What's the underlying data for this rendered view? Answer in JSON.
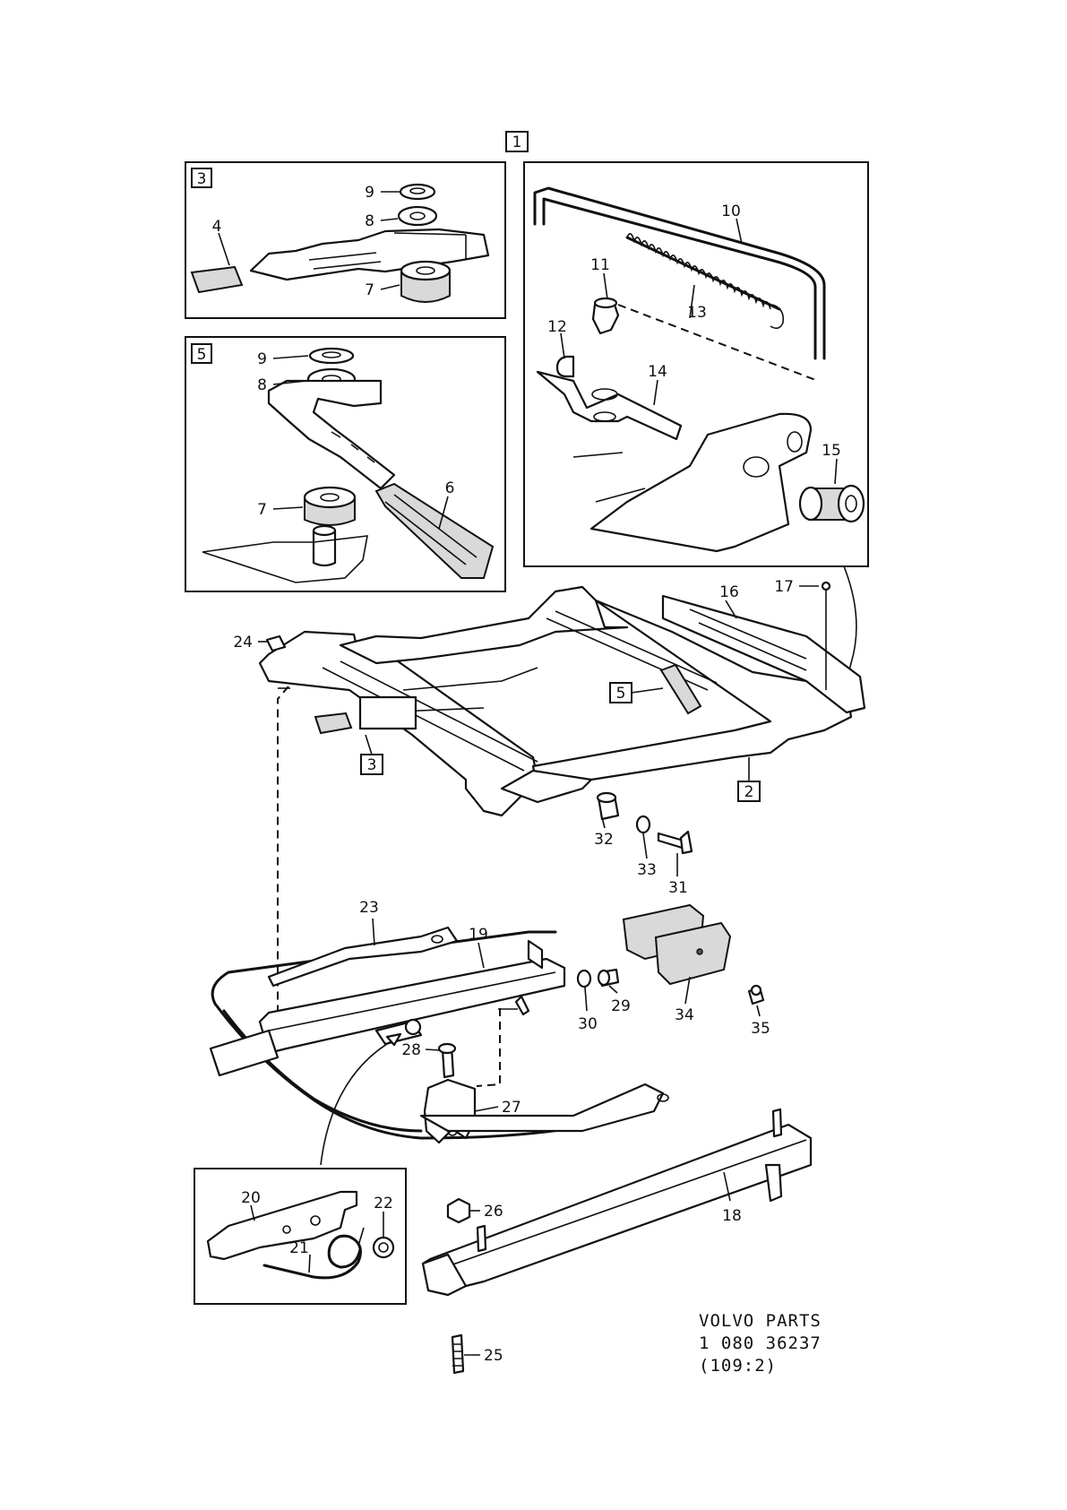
{
  "diagram": {
    "references": {
      "r1": "1",
      "r2": "2",
      "r3a": "3",
      "r3b": "3",
      "r5a": "5",
      "r5b": "5"
    },
    "labels": {
      "p4": "4",
      "p6": "6",
      "p7a": "7",
      "p7b": "7",
      "p8a": "8",
      "p8b": "8",
      "p9a": "9",
      "p9b": "9",
      "p10": "10",
      "p11": "11",
      "p12": "12",
      "p13": "13",
      "p14": "14",
      "p15": "15",
      "p16": "16",
      "p17": "17",
      "p18": "18",
      "p19": "19",
      "p20": "20",
      "p21": "21",
      "p22": "22",
      "p23": "23",
      "p24": "24",
      "p25": "25",
      "p26": "26",
      "p27": "27",
      "p28": "28",
      "p29": "29",
      "p30": "30",
      "p31": "31",
      "p32": "32",
      "p33": "33",
      "p34": "34",
      "p35": "35"
    },
    "footer": {
      "line1": "VOLVO PARTS",
      "line2": "1 080 36237",
      "line3": "(109:2)"
    }
  }
}
